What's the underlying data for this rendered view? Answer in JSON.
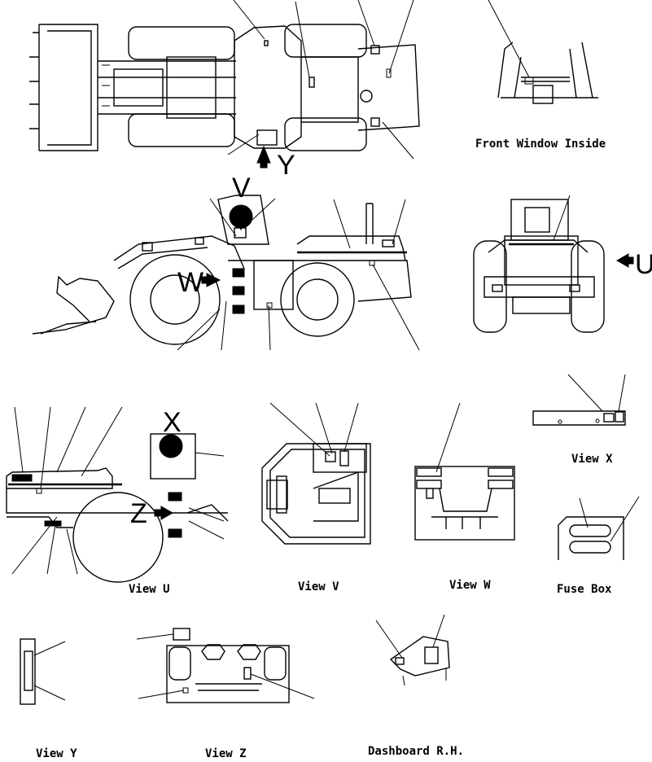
{
  "captions": {
    "front_window_inside": "Front Window Inside",
    "view_u": "View U",
    "view_v": "View V",
    "view_w": "View W",
    "view_x": "View X",
    "fuse_box": "Fuse Box",
    "view_y": "View Y",
    "view_z": "View Z",
    "dashboard_rh": "Dashboard R.H."
  },
  "view_markers": {
    "y": "Y",
    "v": "V",
    "w": "W",
    "u": "U",
    "x": "X",
    "z": "Z"
  }
}
